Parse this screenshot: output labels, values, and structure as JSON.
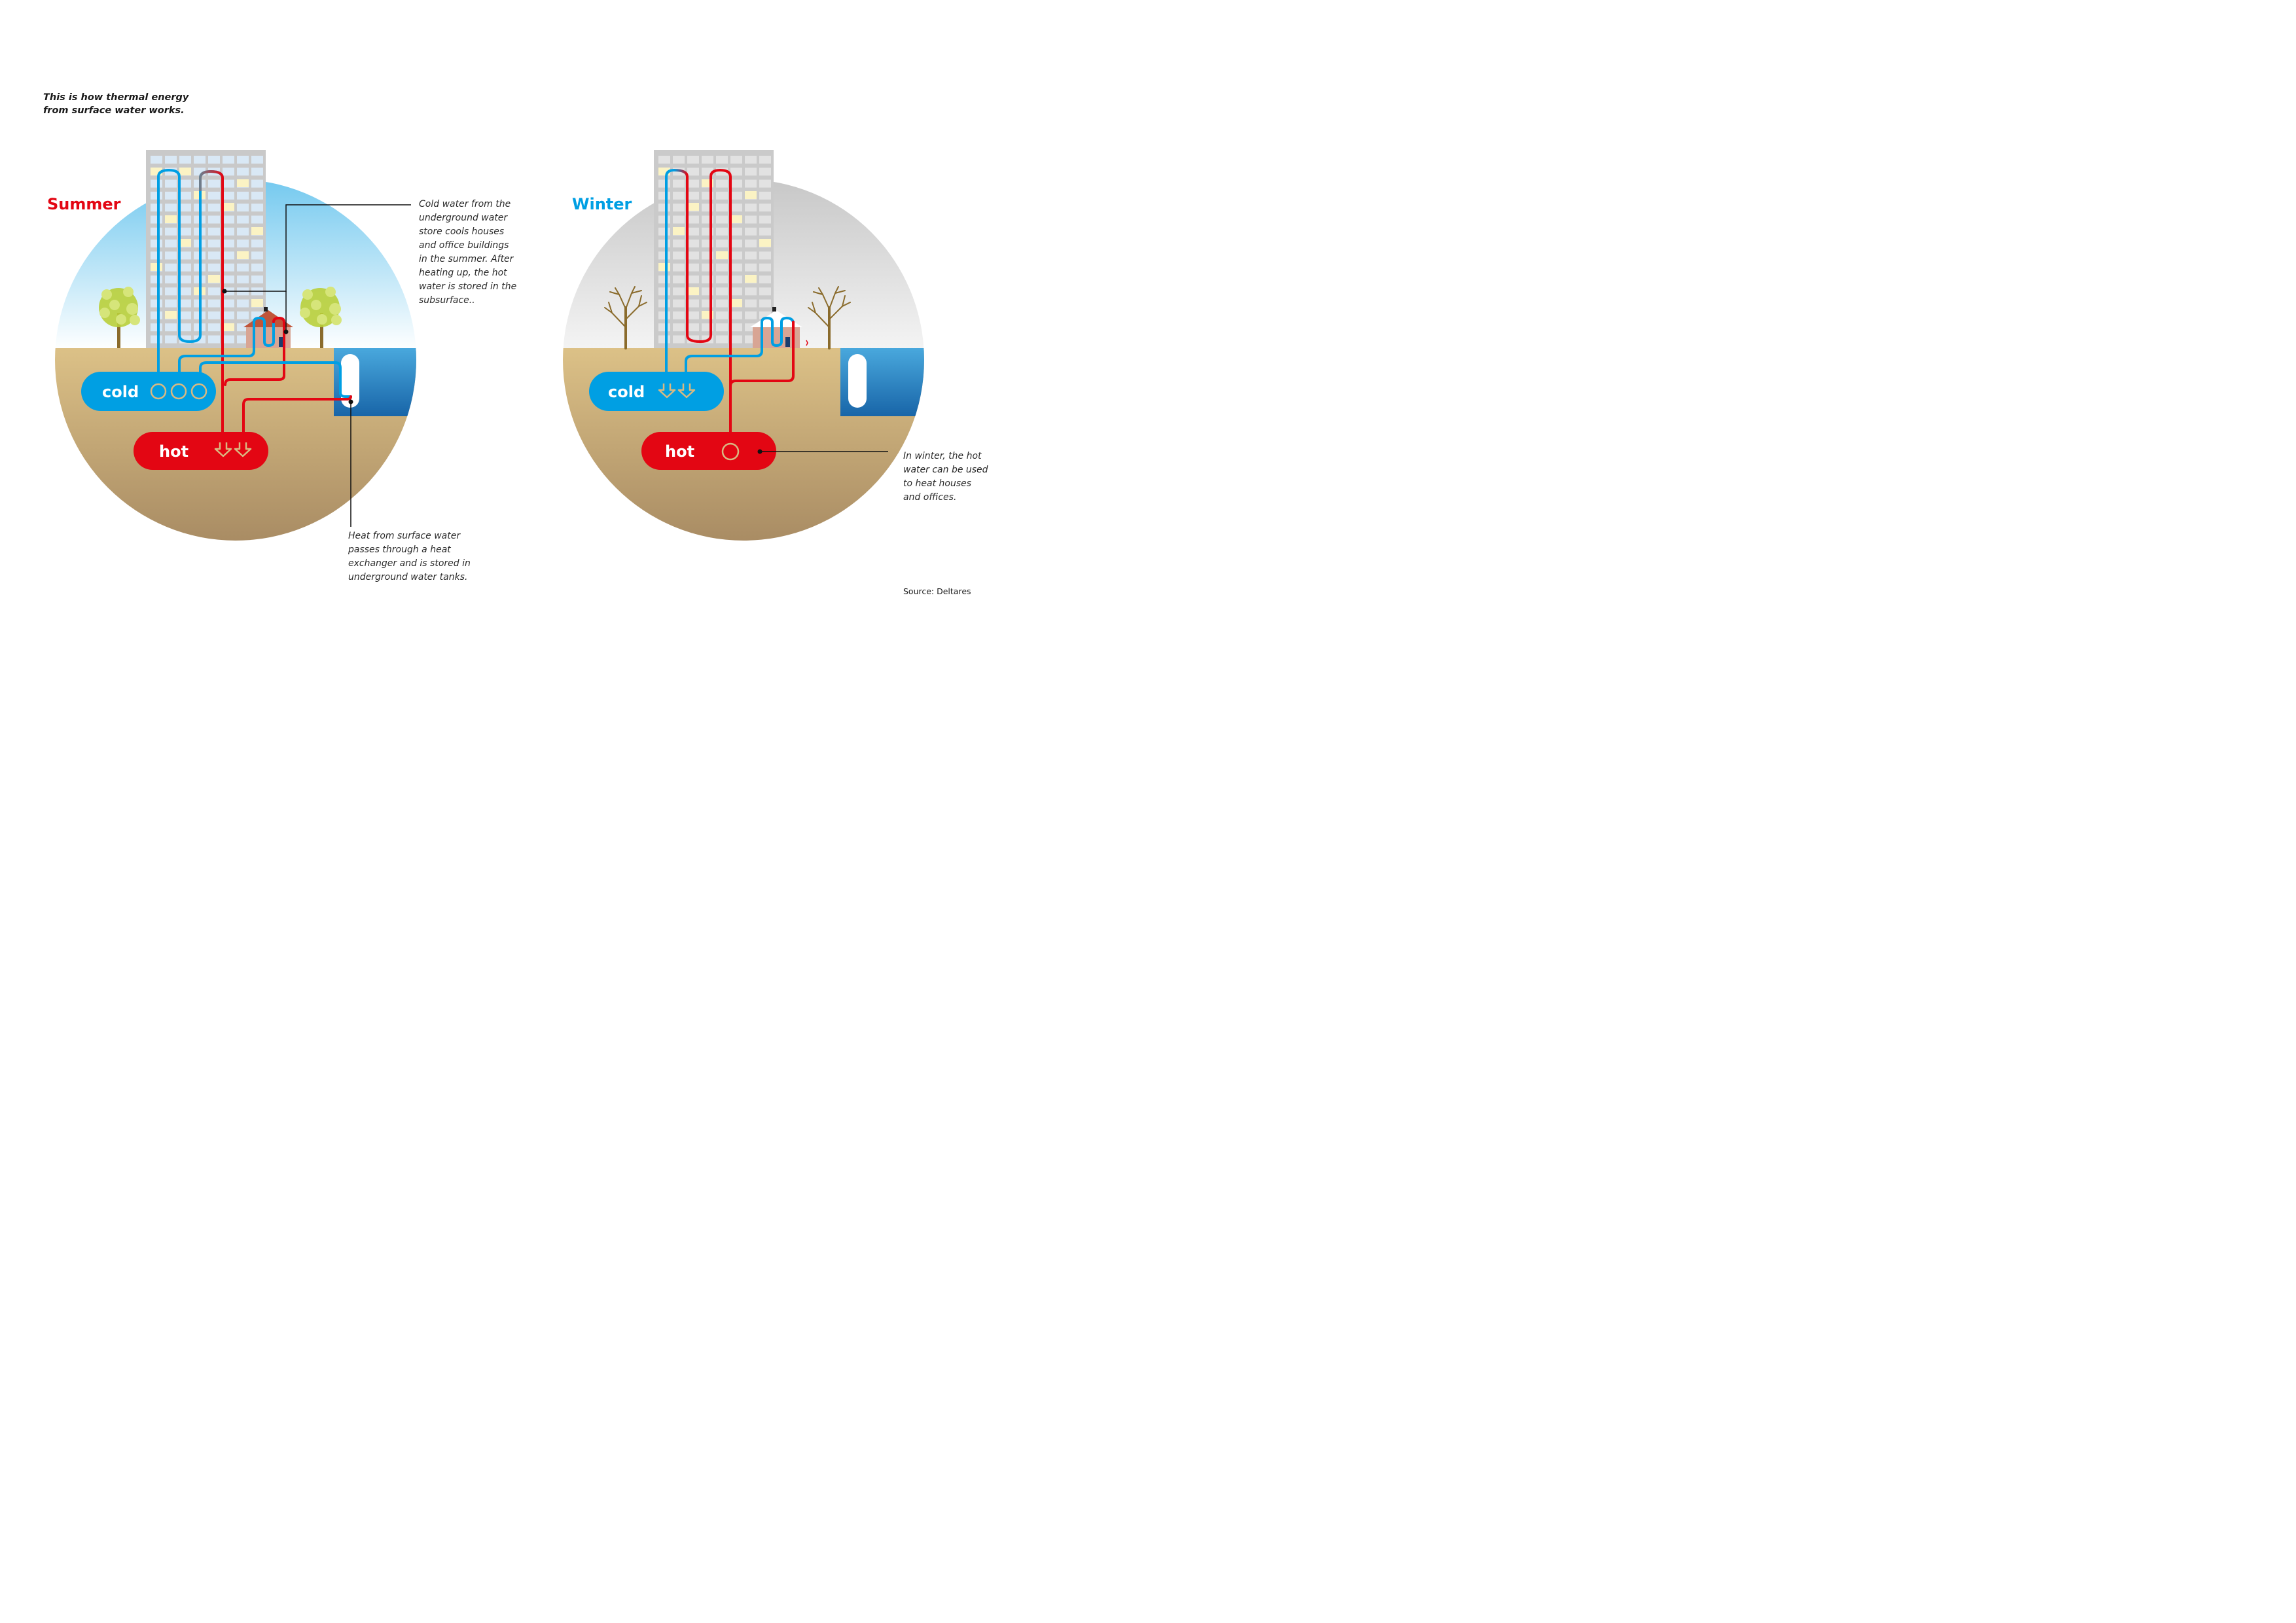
{
  "intro": "This is how thermal energy\nfrom surface water works.",
  "summer": {
    "title": "Summer",
    "cold_label": "cold",
    "hot_label": "hot",
    "note_cold": "Cold water from the\nunderground water\nstore cools houses\nand office buildings\nin the summer. After\nheating up, the hot\nwater is stored in the\nsubsurface..",
    "note_heat": "Heat from surface water\npasses through a heat\nexchanger and is stored in\nunderground water tanks."
  },
  "winter": {
    "title": "Winter",
    "cold_label": "cold",
    "hot_label": "hot",
    "note_hot": "In winter, the hot\nwater can be used\nto heat houses\nand offices."
  },
  "source": "Source: Deltares",
  "colors": {
    "red": "#e30613",
    "blue": "#009fe3",
    "ground_top": "#d9bd83",
    "ground_bottom": "#a98c64",
    "building": "#c8c8c8",
    "water": "#1d77bd"
  }
}
